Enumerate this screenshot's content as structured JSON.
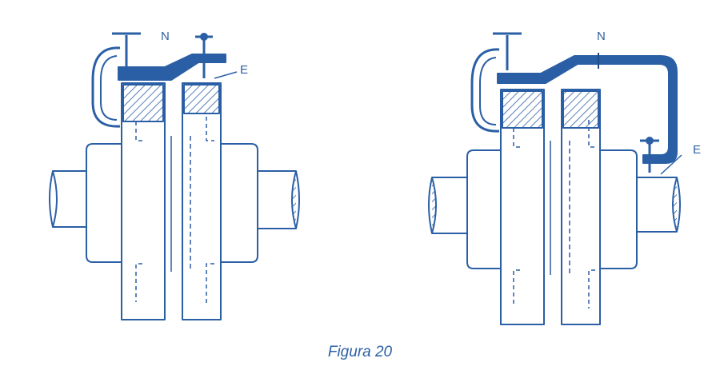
{
  "labels": {
    "left_N": "N",
    "left_E": "E",
    "right_N": "N",
    "right_E": "E"
  },
  "caption": "Figura 20",
  "colors": {
    "line": "#2b5fa5",
    "fill": "#2b5fa5",
    "background": "#ffffff"
  }
}
